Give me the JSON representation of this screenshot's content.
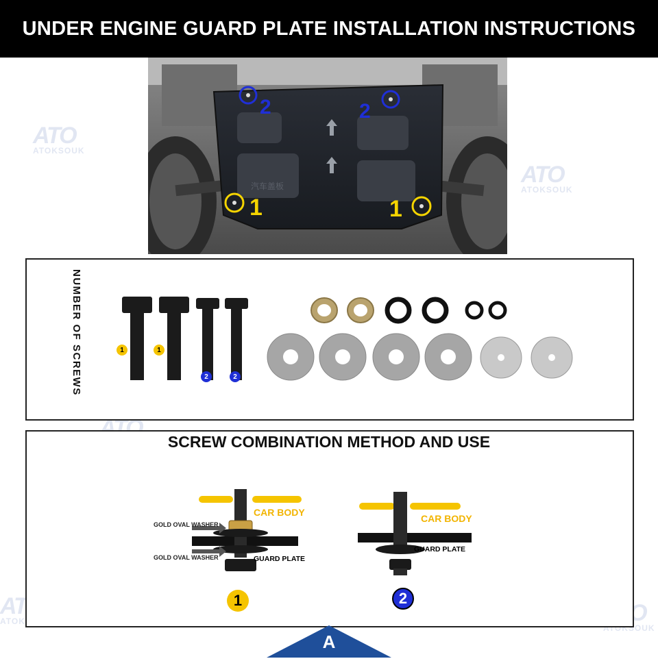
{
  "header": {
    "title": "UNDER ENGINE GUARD PLATE INSTALLATION INSTRUCTIONS"
  },
  "watermark": {
    "logo": "ATO",
    "text": "ATOKSOUK"
  },
  "photo": {
    "markers": [
      {
        "label": "2",
        "color": "#1f2fd6"
      },
      {
        "label": "2",
        "color": "#1f2fd6"
      },
      {
        "label": "1",
        "color": "#f5d400"
      },
      {
        "label": "1",
        "color": "#f5d400"
      }
    ],
    "plate_text": "汽车盖板"
  },
  "screws_panel": {
    "vertical_label": "NUMBER OF SCREWS",
    "badges": [
      "1",
      "1",
      "2",
      "2"
    ]
  },
  "method_panel": {
    "title": "SCREW COMBINATION METHOD AND USE",
    "diagram1": {
      "car_body": "CAR BODY",
      "washer_top": "GOLD OVAL WASHER",
      "washer_bottom": "GOLD OVAL WASHER",
      "guard_plate": "GUARD PLATE",
      "badge": "1"
    },
    "diagram2": {
      "car_body": "CAR BODY",
      "guard_plate": "GUARD PLATE",
      "badge": "2"
    }
  },
  "footer": {
    "tab_label": "A"
  },
  "colors": {
    "yellow": "#f5c400",
    "blue": "#1f2fd6",
    "black": "#000000"
  }
}
